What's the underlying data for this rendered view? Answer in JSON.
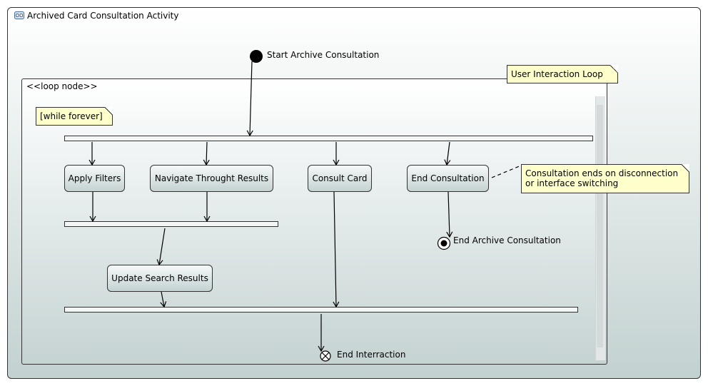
{
  "diagram": {
    "title": "Archived Card Consultation Activity",
    "loop_label": "<<loop node>>",
    "notes": {
      "loop": "User Interaction Loop",
      "condition": "[while forever]",
      "end_consultation": "Consultation ends on disconnection or interface switching"
    },
    "start_node_label": "Start Archive Consultation",
    "final_node_label": "End Archive Consultation",
    "flow_final_label": "End Interraction",
    "actions": {
      "apply_filters": "Apply Filters",
      "navigate_results": "Navigate Throught Results",
      "consult_card": "Consult Card",
      "end_consultation": "End Consultation",
      "update_results": "Update Search Results"
    }
  }
}
